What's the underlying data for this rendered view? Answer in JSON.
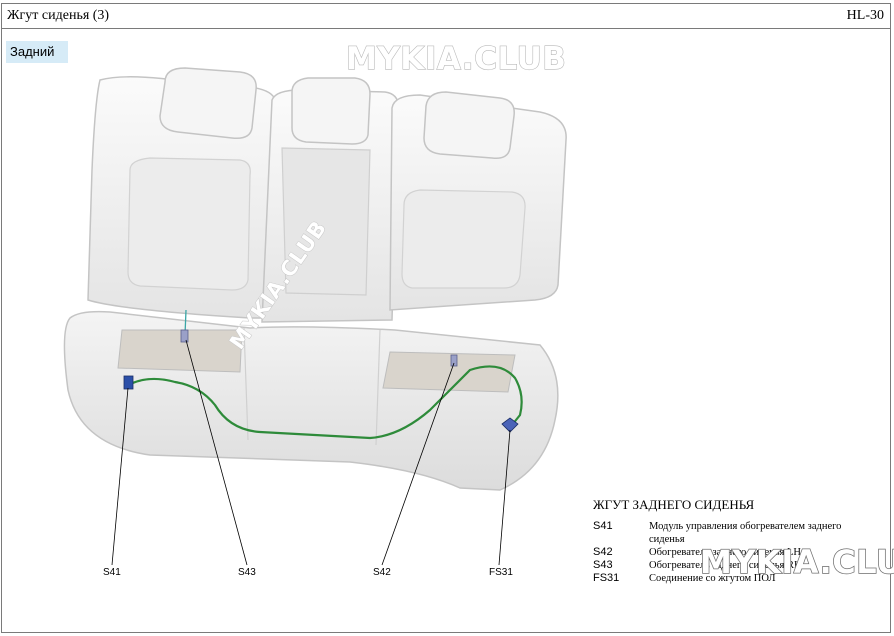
{
  "header": {
    "title": "Жгут сиденья (3)",
    "page_code": "HL-30"
  },
  "section_label": "Задний",
  "watermarks": {
    "top": "MYKIA.CLUB",
    "diagonal": "MYKIA.CLUB",
    "bottom": "MYKIA.CLUB"
  },
  "callouts": {
    "s41": "S41",
    "s43": "S43",
    "s42": "S42",
    "fs31": "FS31"
  },
  "legend": {
    "title": "ЖГУТ ЗАДНЕГО СИДЕНЬЯ",
    "items": [
      {
        "code": "S41",
        "desc": "Модуль управления обогревателем заднего сиденья"
      },
      {
        "code": "S42",
        "desc": "Обогреватель заднего сиденья LH"
      },
      {
        "code": "S43",
        "desc": "Обогреватель заднего сиденья RH"
      },
      {
        "code": "FS31",
        "desc": "Соединение со жгутом ПОЛ"
      }
    ]
  },
  "colors": {
    "harness": "#2e8b3a",
    "connector": "#2b4fa8",
    "seat": "#f2f2f2",
    "seat_edge": "#c8c8c8"
  }
}
